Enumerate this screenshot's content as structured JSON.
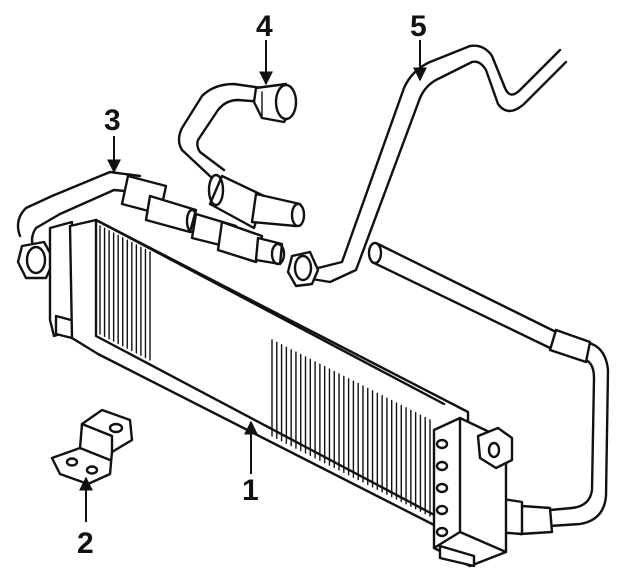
{
  "callouts": {
    "c1": "1",
    "c2": "2",
    "c3": "3",
    "c4": "4",
    "c5": "5"
  },
  "colors": {
    "ink": "#111111",
    "background": "#ffffff"
  }
}
